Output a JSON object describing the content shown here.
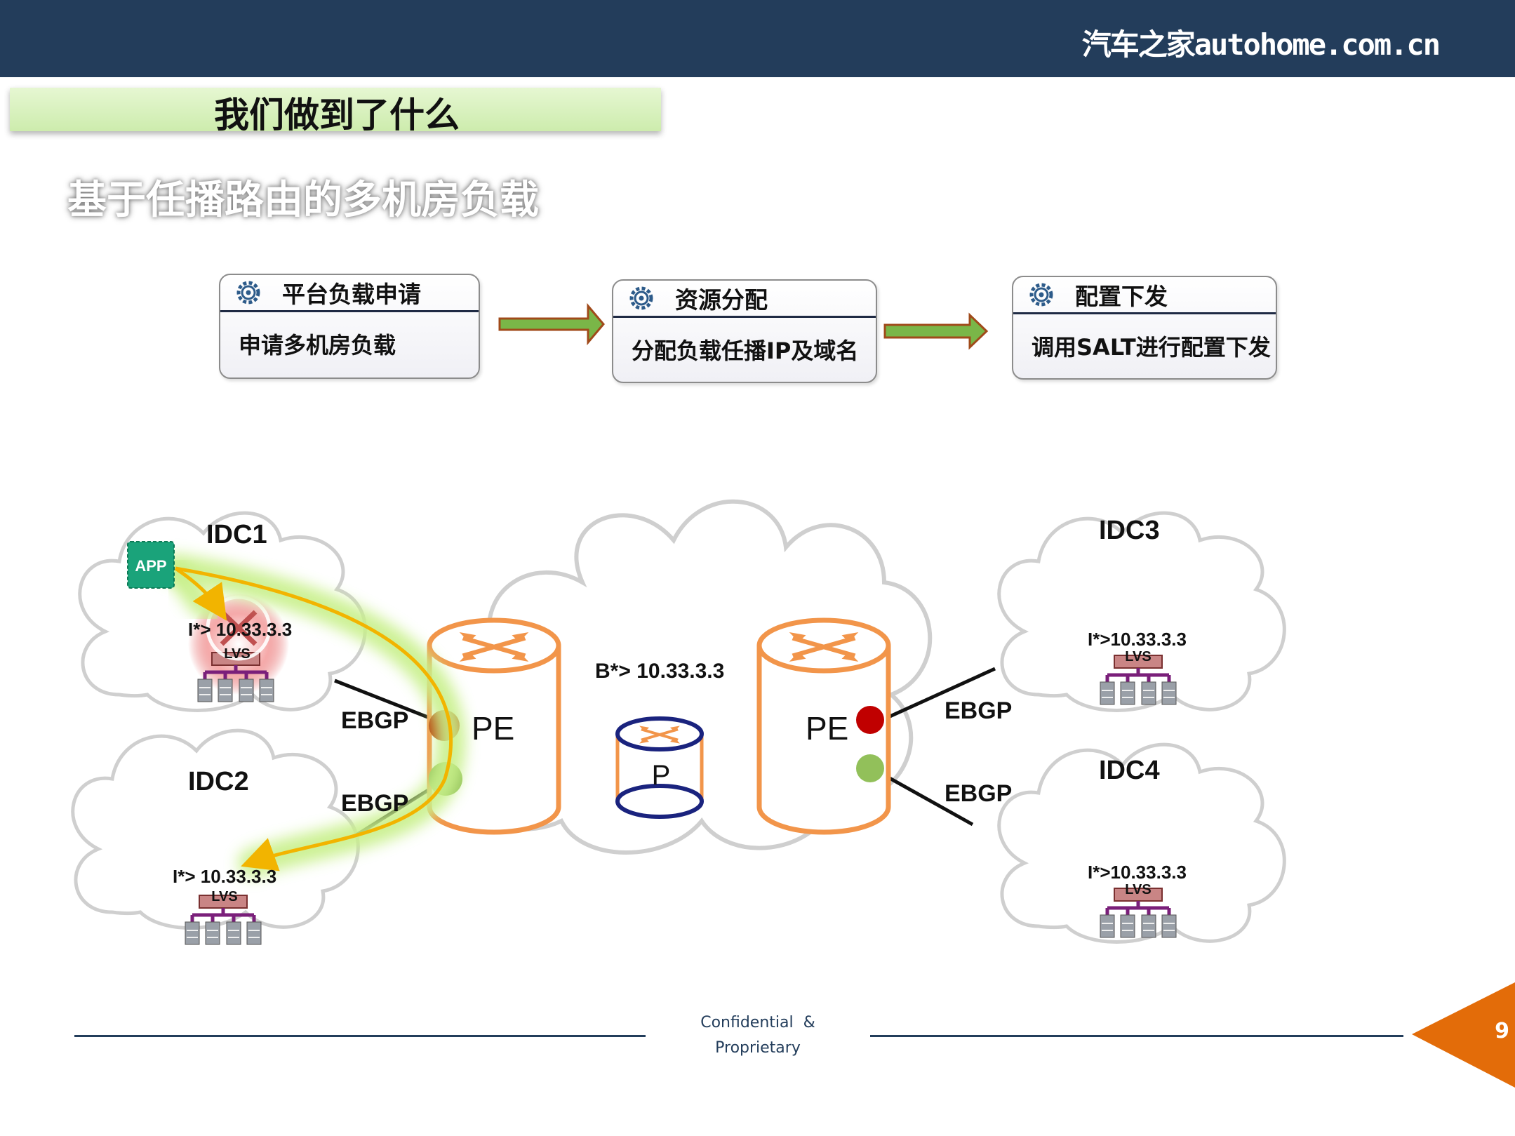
{
  "header": {
    "logo_text": "汽车之家autohome.com.cn"
  },
  "title": "我们做到了什么",
  "subtitle": "基于任播路由的多机房负载",
  "steps": [
    {
      "title": "平台负载申请",
      "body": "申请多机房负载",
      "icon": "gear-icon"
    },
    {
      "title": "资源分配",
      "body": "分配负载任播IP及域名",
      "icon": "gear-icon"
    },
    {
      "title": "配置下发",
      "body": "调用SALT进行配置下发",
      "icon": "gear-icon"
    }
  ],
  "diagram": {
    "idc1": {
      "name": "IDC1",
      "route": "I*> 10.33.3.3",
      "lvs": "LVS",
      "app": "APP",
      "status": "failed"
    },
    "idc2": {
      "name": "IDC2",
      "route": "I*> 10.33.3.3",
      "lvs": "LVS"
    },
    "idc3": {
      "name": "IDC3",
      "route": "I*>10.33.3.3",
      "lvs": "LVS"
    },
    "idc4": {
      "name": "IDC4",
      "route": "I*>10.33.3.3",
      "lvs": "LVS"
    },
    "core": {
      "route": "B*> 10.33.3.3",
      "pe_left": "PE",
      "pe_right": "PE",
      "p": "P"
    },
    "links": [
      "EBGP",
      "EBGP",
      "EBGP",
      "EBGP"
    ]
  },
  "footer": {
    "line1": "Confidential  &",
    "line2": "Proprietary",
    "page": "9"
  },
  "colors": {
    "header": "#233d5b",
    "arrow": "#7ab648",
    "router": "#f2954a",
    "path": "#f2b400",
    "lvs": "#7a1f7a",
    "accent": "#e36c09"
  }
}
